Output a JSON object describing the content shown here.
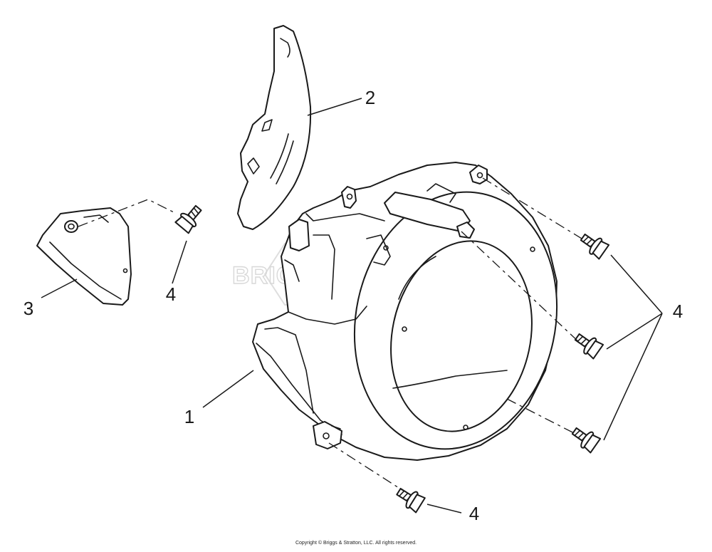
{
  "callouts": {
    "part1": "1",
    "part2": "2",
    "part3": "3",
    "part4_top": "4",
    "part4_right": "4",
    "part4_bottom": "4"
  },
  "watermark": "BRIGGS&STRATTON",
  "copyright": "Copyright © Briggs & Stratton, LLC. All rights reserved."
}
